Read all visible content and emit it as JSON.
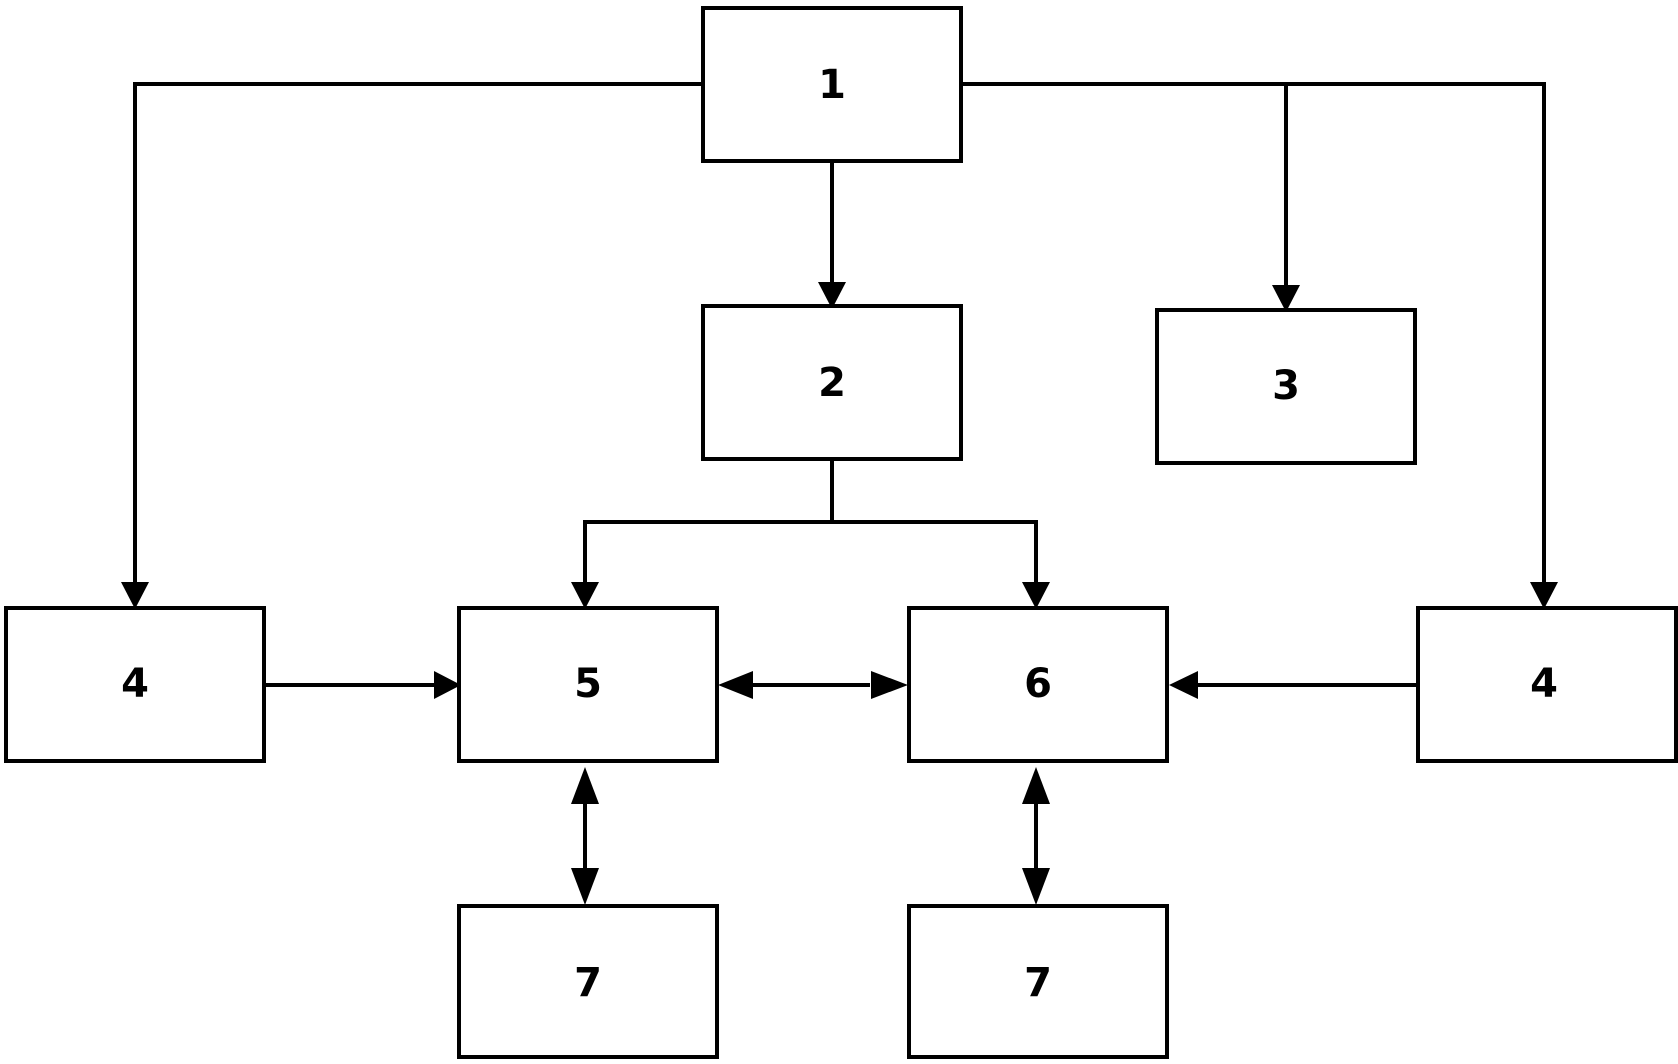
{
  "diagram": {
    "colors": {
      "line": "#000000",
      "background": "#ffffff"
    },
    "blocks": {
      "b1": "1",
      "b2": "2",
      "b3": "3",
      "b4_left": "4",
      "b5": "5",
      "b6": "6",
      "b4_right": "4",
      "b7_left": "7",
      "b7_right": "7"
    },
    "connections": [
      {
        "from": "b1",
        "to": "b2",
        "direction": "forward"
      },
      {
        "from": "b1",
        "to": "b3",
        "direction": "forward"
      },
      {
        "from": "b1",
        "to": "b4_left",
        "direction": "forward"
      },
      {
        "from": "b1",
        "to": "b4_right",
        "direction": "forward"
      },
      {
        "from": "b2",
        "to": "b5",
        "direction": "forward"
      },
      {
        "from": "b2",
        "to": "b6",
        "direction": "forward"
      },
      {
        "from": "b4_left",
        "to": "b5",
        "direction": "forward"
      },
      {
        "from": "b4_right",
        "to": "b6",
        "direction": "forward"
      },
      {
        "from": "b5",
        "to": "b6",
        "direction": "both"
      },
      {
        "from": "b5",
        "to": "b7_left",
        "direction": "both"
      },
      {
        "from": "b6",
        "to": "b7_right",
        "direction": "both"
      }
    ]
  }
}
